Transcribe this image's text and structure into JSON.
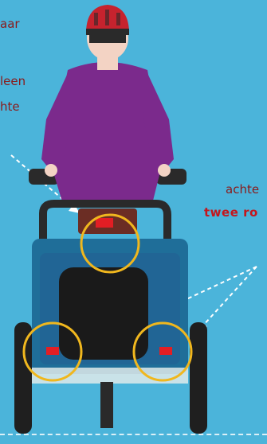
{
  "annotations": {
    "left_line1": "aar",
    "left_line2": "leen",
    "left_line3": "hte",
    "right_line1": "achte",
    "right_line2": "twee ro"
  },
  "colors": {
    "background": "#4bb4da",
    "highlight_ring": "#f0b71e",
    "reflector": "#e31e24",
    "trailer": "#1f6e99",
    "shirt": "#7b2a8c",
    "helmet": "#c6232e"
  },
  "icons": [
    "helmet-icon",
    "reflector-icon",
    "wheel-icon",
    "arrow-icon"
  ]
}
